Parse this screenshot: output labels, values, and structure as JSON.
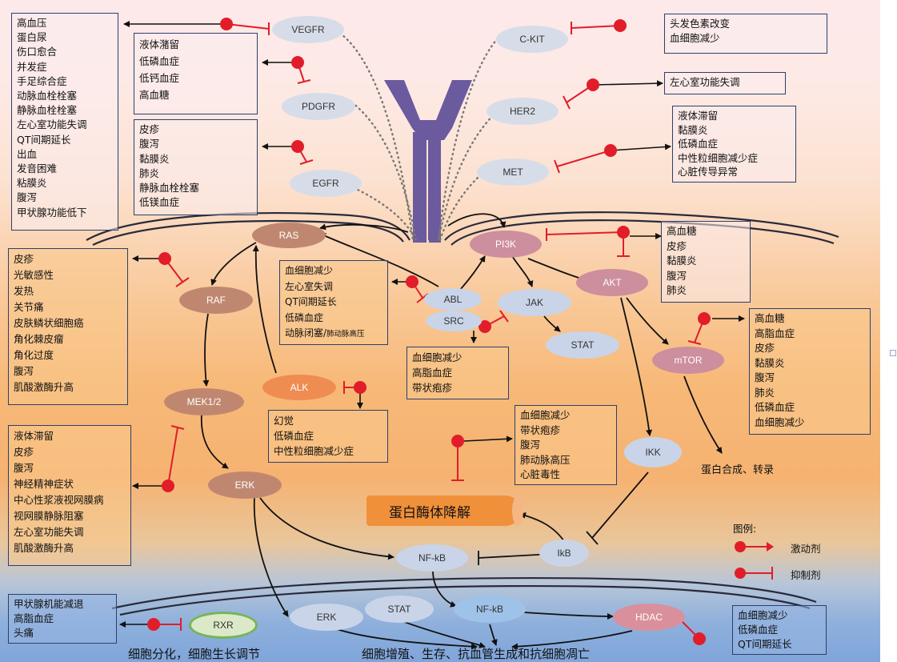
{
  "receptors": [
    "VEGFR",
    "PDGFR",
    "EGFR",
    "C-KIT",
    "HER2",
    "MET"
  ],
  "nodes": {
    "ras": "RAS",
    "raf": "RAF",
    "mek": "MEK1/2",
    "erk_mid": "ERK",
    "alk": "ALK",
    "pi3k": "PI3K",
    "akt": "AKT",
    "abl": "ABL",
    "src": "SRC",
    "jak": "JAK",
    "stat_mid": "STAT",
    "mtor": "mTOR",
    "ikk": "IKK",
    "ikb": "IkB",
    "nfkb_mid": "NF-kB",
    "rxr": "RXR",
    "erk_low": "ERK",
    "stat_low": "STAT",
    "nfkb_low": "NF-kB",
    "hdac": "HDAC"
  },
  "boxes": {
    "vegfr": [
      "高血压",
      "蛋白尿",
      "伤口愈合",
      "并发症",
      "手足综合症",
      "动脉血栓栓塞",
      "静脉血栓栓塞",
      "左心室功能失调",
      "QT间期延长",
      "出血",
      "发音困难",
      "粘膜炎",
      "腹泻",
      "甲状腺功能低下"
    ],
    "pdgfr": [
      "液体潴留",
      "低磷血症",
      "低钙血症",
      "高血糖"
    ],
    "egfr": [
      "皮疹",
      "腹泻",
      "黏膜炎",
      "肺炎",
      "静脉血栓栓塞",
      "低镁血症"
    ],
    "ckit": [
      "头发色素改变",
      "血细胞减少"
    ],
    "her2": [
      "左心室功能失调"
    ],
    "met": [
      "液体滞留",
      "黏膜炎",
      "低磷血症",
      "中性粒细胞减少症",
      "心脏传导异常"
    ],
    "raf": [
      "皮疹",
      "光敏感性",
      "发热",
      "关节痛",
      "皮肤鳞状细胞癌",
      "角化棘皮瘤",
      "角化过度",
      "腹泻",
      "肌酸激酶升高"
    ],
    "abl": [
      "血细胞减少",
      "左心室失调",
      "QT间期延长",
      "低磷血症",
      "动脉闭塞/"
    ],
    "abl_small": "肺动脉高压",
    "pi3k": [
      "高血糖",
      "皮疹",
      "黏膜炎",
      "腹泻",
      "肺炎"
    ],
    "jak": [
      "血细胞减少",
      "高脂血症",
      "带状疱疹"
    ],
    "mtor": [
      "高血糖",
      "高脂血症",
      "皮疹",
      "黏膜炎",
      "腹泻",
      "肺炎",
      "低磷血症",
      "血细胞减少"
    ],
    "alk": [
      "幻觉",
      "低磷血症",
      "中性粒细胞减少症"
    ],
    "mek": [
      "液体滞留",
      "皮疹",
      "腹泻",
      "神经精神症状",
      "中心性浆液视网膜病",
      "视网膜静脉阻塞",
      "左心室功能失调",
      "肌酸激酶升高"
    ],
    "proteasome_effects": [
      "血细胞减少",
      "带状疱疹",
      "腹泻",
      "肺动脉高压",
      "心脏毒性"
    ],
    "rxr": [
      "甲状腺机能减退",
      "高脂血症",
      "头痛"
    ],
    "hdac": [
      "血细胞减少",
      "低磷血症",
      "QT间期延长"
    ]
  },
  "proteasome": "蛋白酶体降解",
  "mtor_output": "蛋白合成、转录",
  "bottom_left": "细胞分化，细胞生长调节",
  "bottom_right": "细胞增殖、生存、抗血管生成和抗细胞凋亡",
  "legend": {
    "title": "图例:",
    "agonist": "激动剂",
    "inhibitor": "抑制剂"
  },
  "colors": {
    "drug_red": "#e11d2a",
    "receptor": "#6b5a9e",
    "membrane": "#2a2a3a"
  }
}
